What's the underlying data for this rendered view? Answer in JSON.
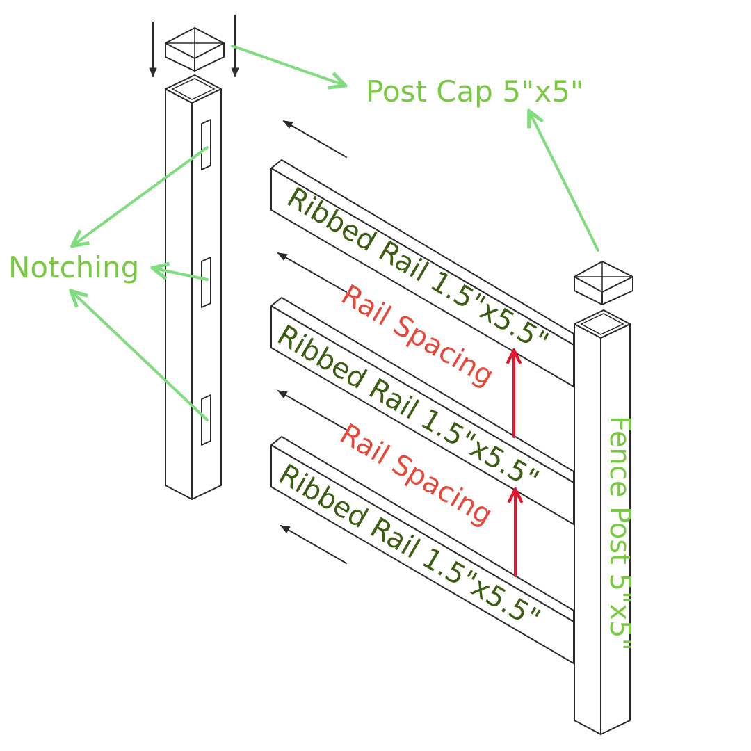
{
  "labels": {
    "post_cap": "Post Cap 5\"x5\"",
    "notching": "Notching",
    "rail_top": "Ribbed Rail 1.5\"x5.5\"",
    "rail_middle": "Ribbed Rail 1.5\"x5.5\"",
    "rail_bottom": "Ribbed Rail 1.5\"x5.5\"",
    "spacing_upper": "Rail Spacing",
    "spacing_lower": "Rail Spacing",
    "fence_post": "Fence Post 5\"x5\""
  },
  "colors": {
    "callout_green": "#7ac943",
    "leader_green": "#7fdc7f",
    "rail_label": "#3b5e12",
    "spacing_red": "#e8483a",
    "spacing_arrow": "#e8152d",
    "line": "#2a2a2a"
  }
}
